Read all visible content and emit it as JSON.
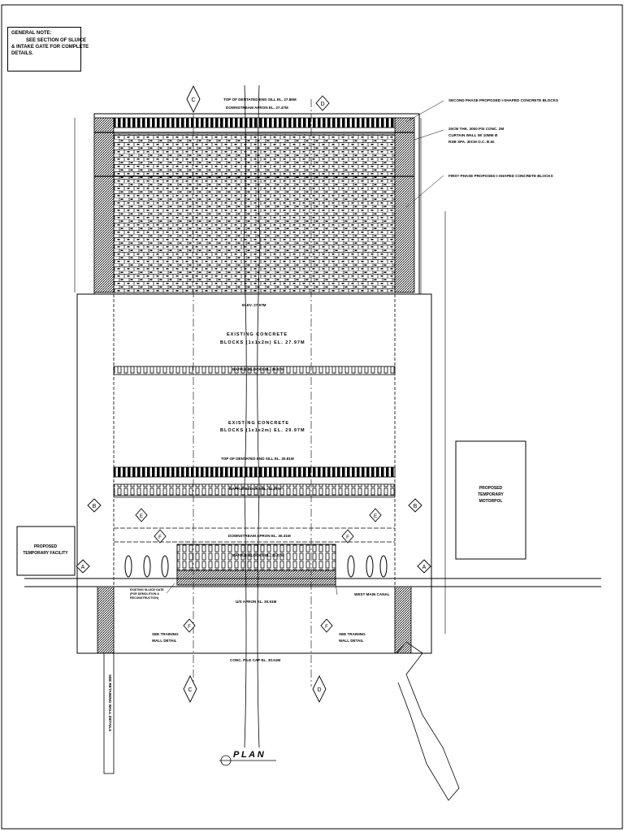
{
  "general_note": {
    "heading": "GENERAL NOTE:",
    "lines": [
      "SEE SECTION OF SLUICE",
      "& INTAKE GATE FOR COMPLETE",
      "DETAILS."
    ]
  },
  "labels": {
    "top_dentated": "TOP OF DENTATED END SILL EL. 27.85M",
    "downstream_apron_top": "DOWNSTREAM APRON EL. 27.47M",
    "second_phase": "SECOND PHASE PROPOSED I-SHAPED CONCRETE BLOCKS",
    "curtain_1": "20CM THK. 3000 PSI CONC. 2M",
    "curtain_2": "CURTAIN WALL W/ 10MM Ø",
    "curtain_3": "RSB SPA. 30CM O.C. B.W.",
    "first_phase": "FIRST PHASE PROPOSED I-SHAPED CONCRETE BLOCKS",
    "elev": "ELEV. 27.97M",
    "existing_1a": "EXISTING CONCRETE",
    "existing_1b": "BLOCKS (1x1x2m) EL. 27.97M",
    "baffle_1": "BAFFLE BLOCKS EL. 29.57M",
    "existing_2a": "EXISTING CONCRETE",
    "existing_2b": "BLOCKS (1x1x2m) EL. 29.97M",
    "top_dentated_2": "TOP OF DENTATED END SILL EL. 30.81M",
    "baffle_2": "BAFFLE BLOCKS EL. 31.07M",
    "downstream_apron_2": "DOWNSTREAM APRON EL. 30.31M",
    "baffle_3": "BAFFLE BLOCKS EL. 31.07M",
    "us_apron": "U/S APRON EL. 30.51M",
    "west_main_canal": "WEST MAIN CANAL",
    "see_training_l1": "SEE TRAINING",
    "see_training_l2": "WALL DETAIL",
    "see_training_r1": "SEE TRAINING",
    "see_training_r2": "WALL DETAIL",
    "pile_cap": "CONC. PILE CAP EL. 30.51M",
    "facility_1": "PROPOSED",
    "facility_2": "TEMPORARY FACILITY",
    "motorpol_1": "PROPOSED",
    "motorpol_2": "TEMPORARY",
    "motorpol_3": "MOTORPOL",
    "plan_title": "P L A N",
    "existing_sluice_1": "EXISTING SLUICE GATE",
    "existing_sluice_2": "(FOR DEMOLITION &",
    "existing_sluice_3": "RECONSTRUCTION)",
    "retaining_wall": "SEE RETAINING WALL DETAILS"
  },
  "section_markers": {
    "a": "A",
    "b": "B",
    "c": "C",
    "d": "D",
    "e": "E",
    "f": "F"
  }
}
